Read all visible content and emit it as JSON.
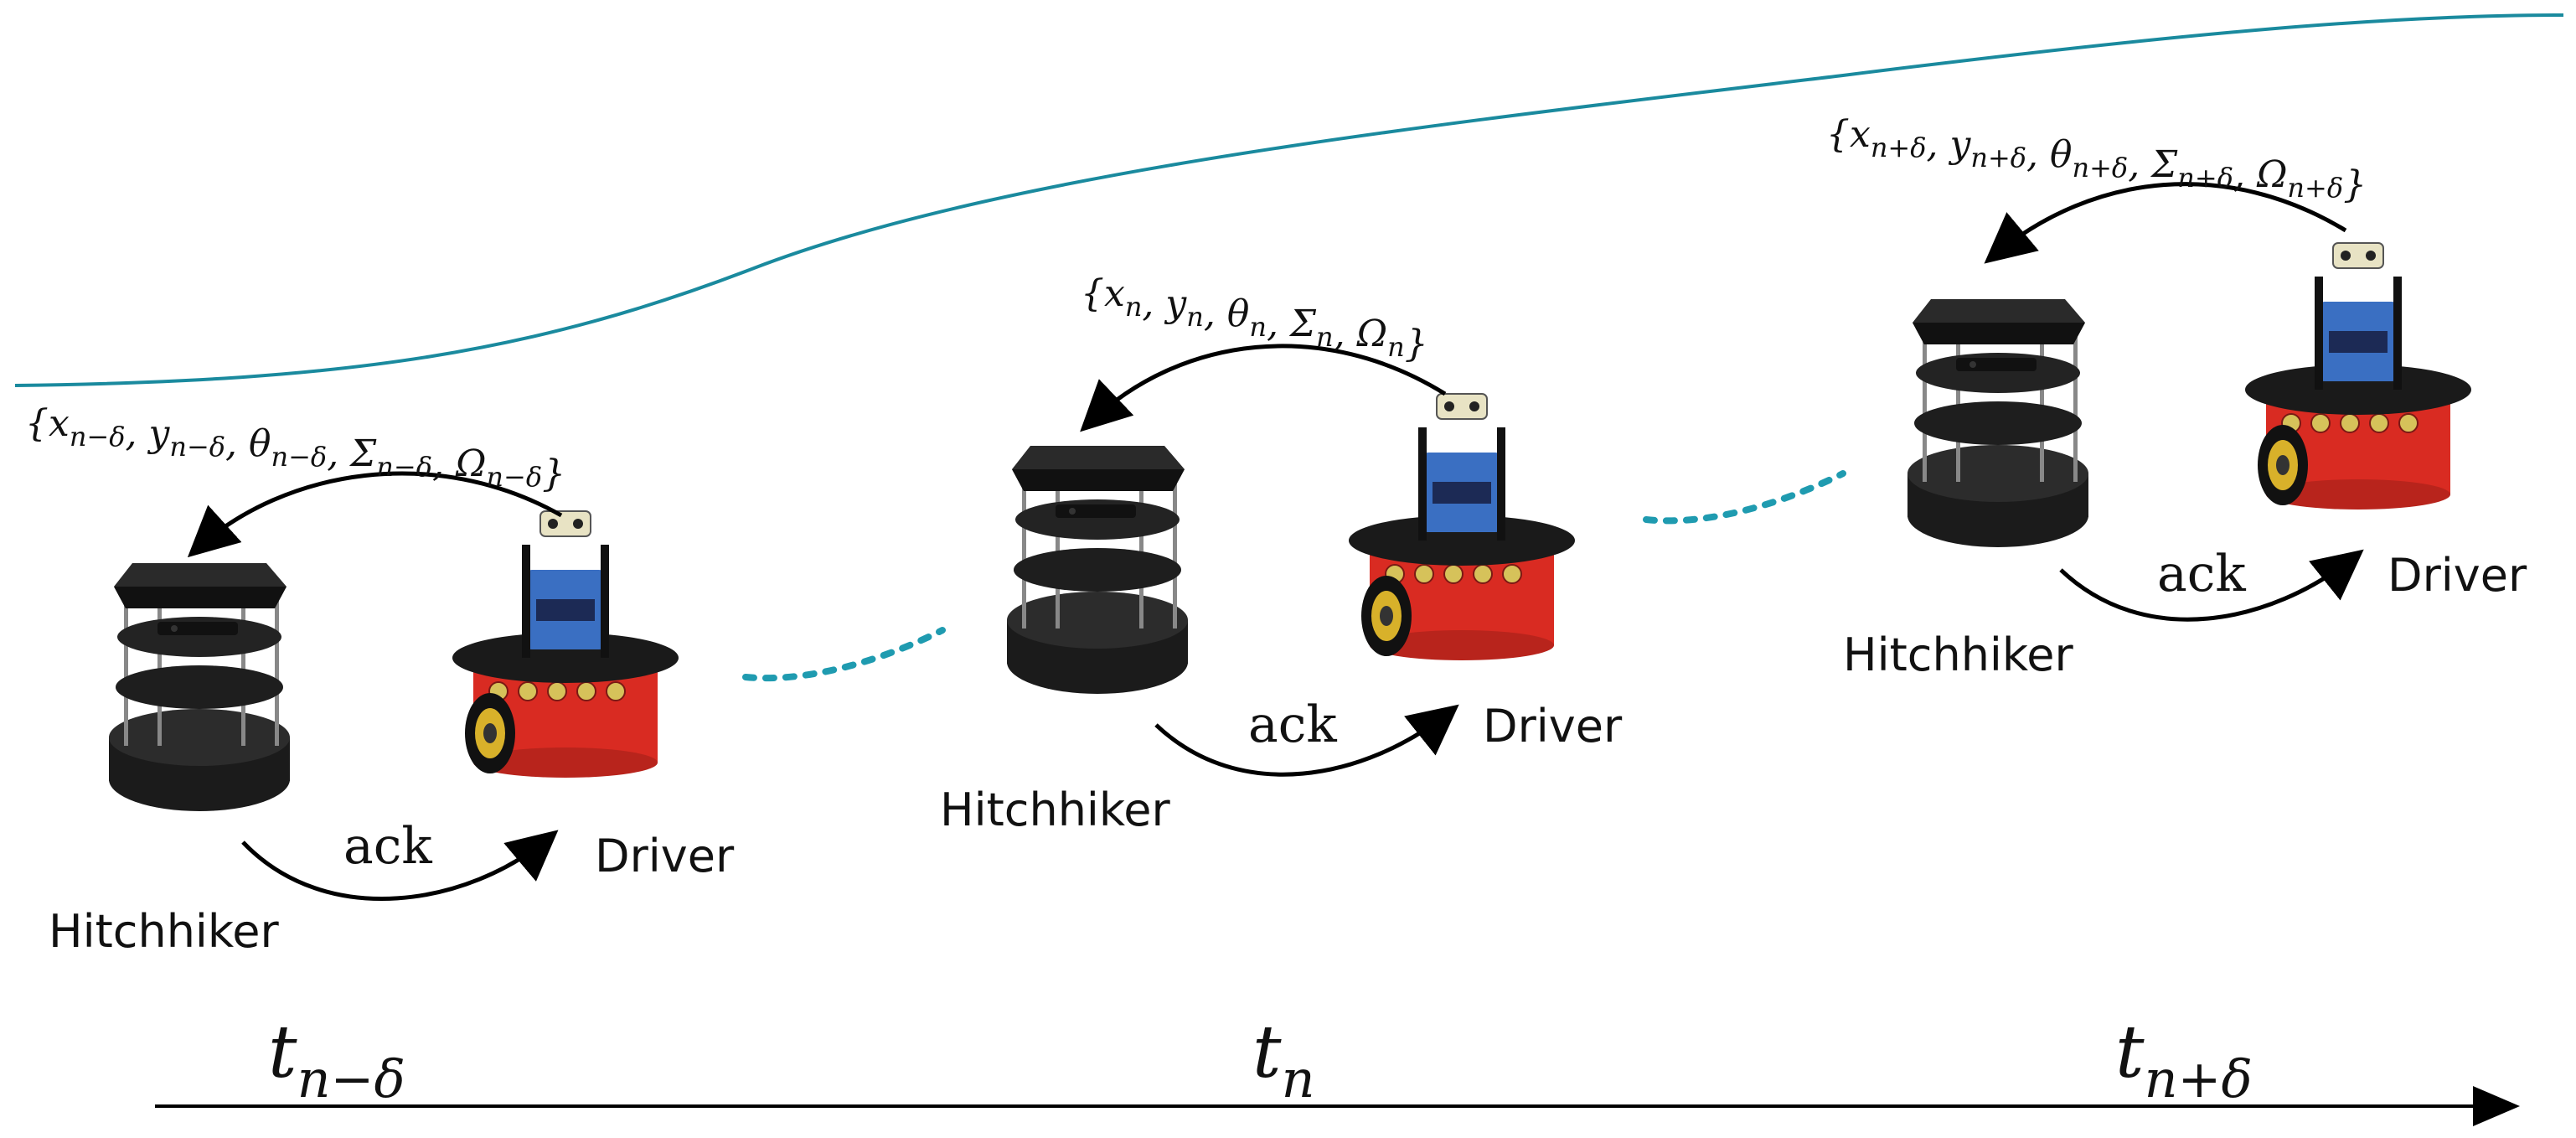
{
  "colors": {
    "trajectory": "#1a8a9e",
    "dots": "#1f9bb0",
    "arrow": "#000000",
    "driver_base": "#d92b22",
    "driver_top": "#3a6fc2",
    "hitchhiker_base": "#1b1b1b"
  },
  "icons": {
    "hitchhiker": "turtlebot-robot-icon",
    "driver": "pioneer-robot-icon"
  },
  "stages": [
    {
      "state": "{x_{n−δ}, y_{n−δ}, θ_{n−δ}, Σ_{n−δ}, Ω_{n−δ}}",
      "ack": "ack",
      "hitchhiker": "Hitchhiker",
      "driver": "Driver"
    },
    {
      "state": "{x_n, y_n, θ_n, Σ_n, Ω_n}",
      "ack": "ack",
      "hitchhiker": "Hitchhiker",
      "driver": "Driver"
    },
    {
      "state": "{x_{n+δ}, y_{n+δ}, θ_{n+δ}, Σ_{n+δ}, Ω_{n+δ}}",
      "ack": "ack",
      "hitchhiker": "Hitchhiker",
      "driver": "Driver"
    }
  ],
  "timeline": {
    "labels": [
      "t_{n−δ}",
      "t_n",
      "t_{n+δ}"
    ]
  }
}
